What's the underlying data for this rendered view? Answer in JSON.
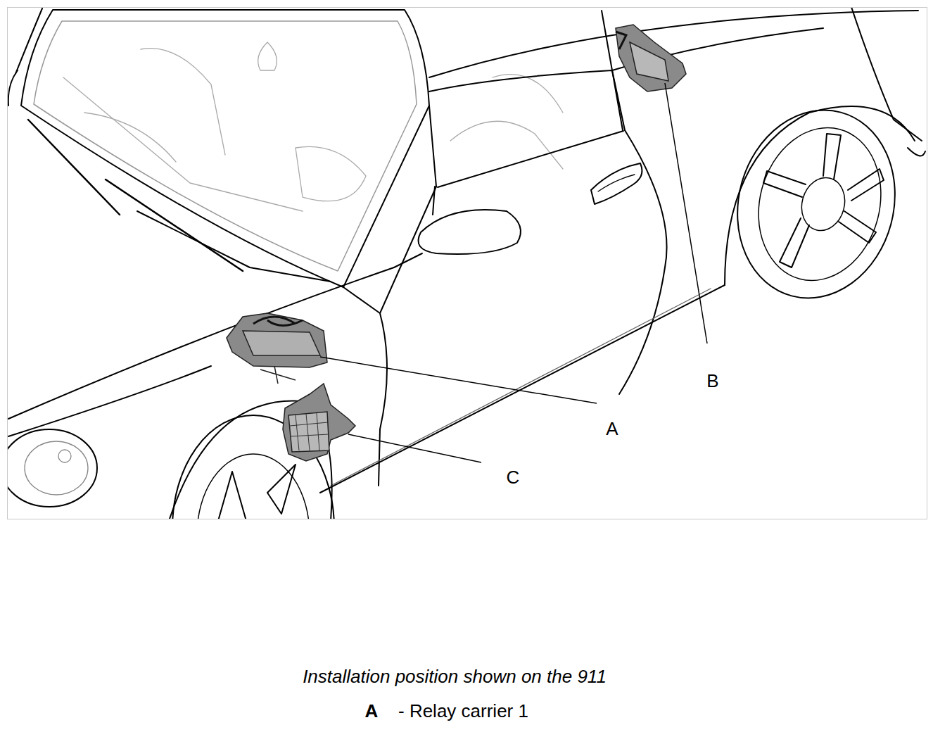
{
  "diagram": {
    "caption": "Installation position shown on the 911",
    "labels": [
      "B",
      "A",
      "C",
      "A",
      "- Relay carrier 1"
    ]
  }
}
